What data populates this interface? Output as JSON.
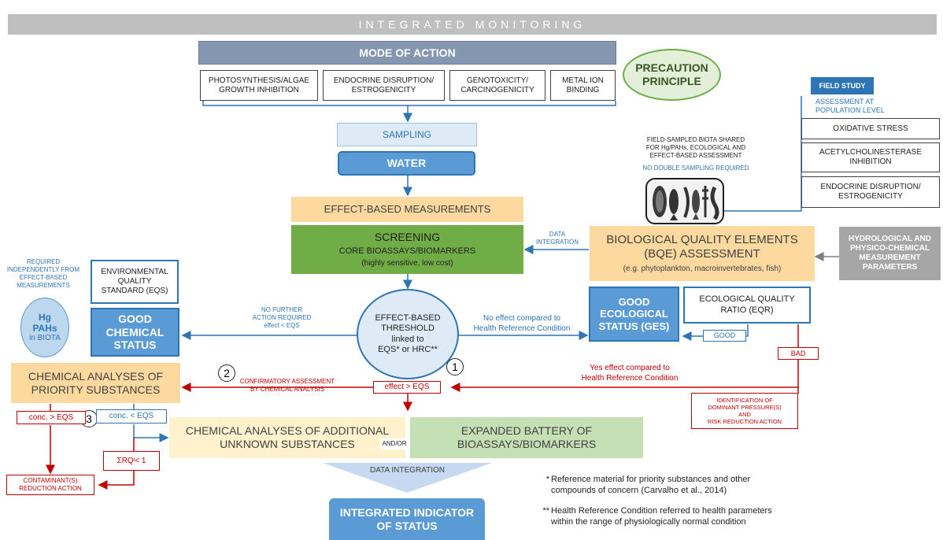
{
  "banner": {
    "title": "INTEGRATED MONITORING"
  },
  "mode_of_action": {
    "title": "MODE OF ACTION",
    "items": [
      "PHOTOSYNTHESIS/ALGAE\nGROWTH INHIBITION",
      "ENDOCRINE DISRUPTION/\nESTROGENICITY",
      "GENOTOXICITY/\nCARCINOGENICITY",
      "METAL ION\nBINDING"
    ]
  },
  "precaution": {
    "label": "PRECAUTION\nPRINCIPLE"
  },
  "sampling": {
    "label": "SAMPLING",
    "water": "WATER"
  },
  "effect_based": {
    "label": "EFFECT-BASED MEASUREMENTS"
  },
  "screening": {
    "title": "SCREENING",
    "line2": "CORE BIOASSAYS/BIOMARKERS",
    "line3": "(highly sensitive, low cost)"
  },
  "data_integration_small": "DATA\nINTEGRATION",
  "bqe": {
    "title": "BIOLOGICAL QUALITY ELEMENTS\n(BQE) ASSESSMENT",
    "subtitle": "(e.g. phytoplankton, macroinvertebrates, fish)"
  },
  "hydro": {
    "label": "HYDROLOGICAL AND\nPHYSICO-CHEMICAL\nMEASUREMENT\nPARAMETERS"
  },
  "field_study": {
    "title": "FIELD STUDY",
    "note": "ASSESSMENT AT\nPOPULATION LEVEL",
    "items": [
      "OXIDATIVE STRESS",
      "ACETYLCHOLINESTERASE\nINHIBITION",
      "ENDOCRINE DISRUPTION/\nESTROGENICITY"
    ]
  },
  "biota_note": {
    "line1": "FIELD-SAMPLED BIOTA SHARED\nFOR Hg/PAHs, ECOLOGICAL AND\nEFFECT-BASED ASSESSMENT",
    "line2": "NO DOUBLE SAMPLING REQUIRED"
  },
  "required_note": "REQUIRED\nINDEPENDENTLY FROM\nEFFECT-BASED\nMEASUREMENTS",
  "hg_pahs": {
    "hg": "Hg",
    "pahs": "PAHs",
    "in": "in BIOTA"
  },
  "eqs_box": "ENVIRONMENTAL\nQUALITY\nSTANDARD (EQS)",
  "good_chemical": "GOOD\nCHEMICAL\nSTATUS",
  "threshold": "EFFECT-BASED\nTHRESHOLD\nlinked to\nEQS* or HRC**",
  "no_further": "NO FURTHER\nACTION REQUIRED\neffect < EQS",
  "no_effect": "No effect compared to\nHealth Reference Condition",
  "good_ecological": "GOOD\nECOLOGICAL\nSTATUS (GES)",
  "eqr": "ECOLOGICAL QUALITY\nRATIO (EQR)",
  "good_label": "GOOD",
  "bad_label": "BAD",
  "yes_effect": "Yes effect compared to\nHealth Reference Condition",
  "identification": "IDENTIFICATION OF\nDOMINANT PRESSURE(S)\nAND\nRISK REDUCTION ACTION",
  "chem_priority": "CHEMICAL ANALYSES OF\nPRIORITY SUBSTANCES",
  "confirmatory": "CONFIRMATORY ASSESSMENT\nBY CHEMICAL ANALYSIS",
  "effect_gt": "effect > EQS",
  "num1": "1",
  "num2": "2",
  "num3": "3",
  "conc_gt": "conc. > EQS",
  "conc_lt": "conc. < EQS",
  "sigma_rq": "ΣRQ",
  "sigma_sub": "i",
  "sigma_rest": " < 1",
  "contaminant": "CONTAMINANT(S)\nREDUCTION ACTION",
  "chem_additional": "CHEMICAL ANALYSES OF ADDITIONAL\nUNKNOWN SUBSTANCES",
  "and_or": "AND/OR",
  "expanded": "EXPANDED BATTERY OF\nBIOASSAYS/BIOMARKERS",
  "data_integration": "DATA INTEGRATION",
  "integrated_indicator": "INTEGRATED INDICATOR\nOF STATUS",
  "footnote1_mark": "*",
  "footnote1": "Reference material for priority substances and other\ncompounds of concern (Carvalho et al., 2014)",
  "footnote2_mark": "**",
  "footnote2": "Health Reference Condition referred to health parameters\nwithin the range of physiologically normal condition",
  "colors": {
    "blue": "#5b9bd5",
    "red": "#c00000",
    "green": "#70ad47",
    "orange": "#fdd9a0",
    "grey": "#a6a6a6",
    "slate": "#8496b0"
  },
  "icons": [
    "oyster-icon",
    "fish-icon",
    "shrimp-icon",
    "fish-icon",
    "shrimp-icon",
    "seaweed-icon"
  ]
}
